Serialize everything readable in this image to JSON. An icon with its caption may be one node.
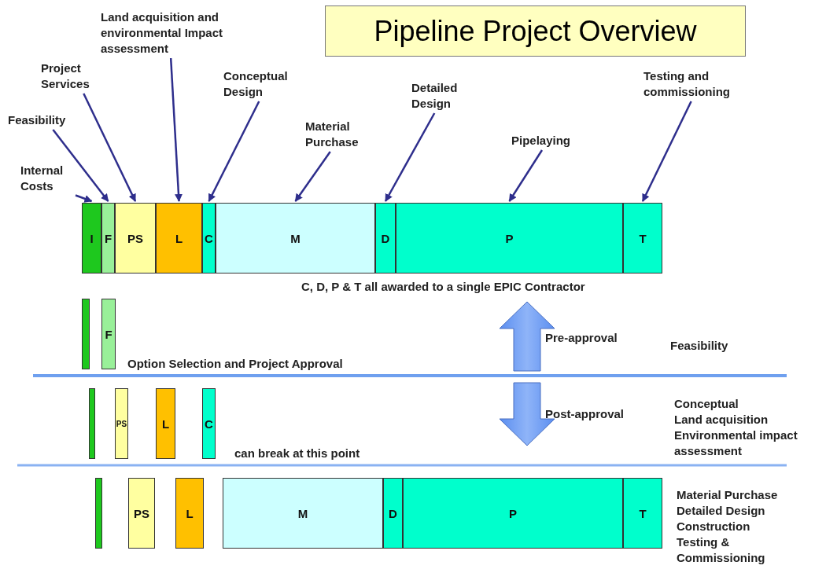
{
  "diagram": {
    "title": "Pipeline Project Overview",
    "nodes": [
      {
        "text": [
          "Land acquisition and environmental Impact assessment"
        ]
      },
      {
        "text": [
          "Project Services"
        ]
      },
      {
        "text": [
          "Conceptual Design"
        ]
      },
      {
        "text": [
          "Testing and commissioning"
        ]
      },
      {
        "text": [
          "Detailed Design"
        ]
      },
      {
        "text": [
          "Feasibility"
        ]
      },
      {
        "text": [
          "Material Purchase"
        ]
      },
      {
        "text": [
          "Pipelaying"
        ]
      },
      {
        "text": [
          "Internal Costs"
        ]
      },
      {
        "text": [
          "I"
        ]
      },
      {
        "text": [
          "F"
        ]
      },
      {
        "text": [
          "PS"
        ]
      },
      {
        "text": [
          "L"
        ]
      },
      {
        "text": [
          "C"
        ]
      },
      {
        "text": [
          "M"
        ]
      },
      {
        "text": [
          "D"
        ]
      },
      {
        "text": [
          "P"
        ]
      },
      {
        "text": [
          "T"
        ]
      },
      {
        "text": [],
        "shape": "bar"
      },
      {
        "text": [
          "F"
        ]
      },
      {
        "text": [],
        "shape": "bar"
      },
      {
        "text": [
          "PS"
        ]
      },
      {
        "text": [
          "L"
        ]
      },
      {
        "text": [
          "C"
        ]
      },
      {
        "text": [],
        "shape": "bar"
      },
      {
        "text": [
          "PS"
        ]
      },
      {
        "text": [
          "L"
        ]
      },
      {
        "text": [
          "M"
        ]
      },
      {
        "text": [
          "D"
        ]
      },
      {
        "text": [
          "P"
        ]
      },
      {
        "text": [
          "T"
        ]
      }
    ],
    "edges": [
      {
        "from": 0,
        "to": 12,
        "arrow": "to"
      },
      {
        "from": 1,
        "to": 11,
        "arrow": "to"
      },
      {
        "from": 2,
        "to": 13,
        "arrow": "to"
      },
      {
        "from": 3,
        "to": 17,
        "arrow": "to"
      },
      {
        "from": 4,
        "to": 15,
        "arrow": "to"
      },
      {
        "from": 5,
        "to": 10,
        "arrow": "to"
      },
      {
        "from": 6,
        "to": 14,
        "arrow": "to"
      },
      {
        "from": 7,
        "to": 16,
        "arrow": "to"
      },
      {
        "from": 8,
        "to": 9,
        "arrow": "to"
      }
    ],
    "labels": [
      "C, D, P & T all awarded to a single EPIC Contractor",
      "Pre-approval",
      "Feasibility",
      "Option Selection and Project Approval",
      "Conceptual",
      "Post-approval",
      "Land acquisition",
      "Environmental impact assessment",
      "can break at this point",
      "Material Purchase",
      "Detailed Design",
      "Construction",
      "Testing & Commissioning"
    ]
  }
}
